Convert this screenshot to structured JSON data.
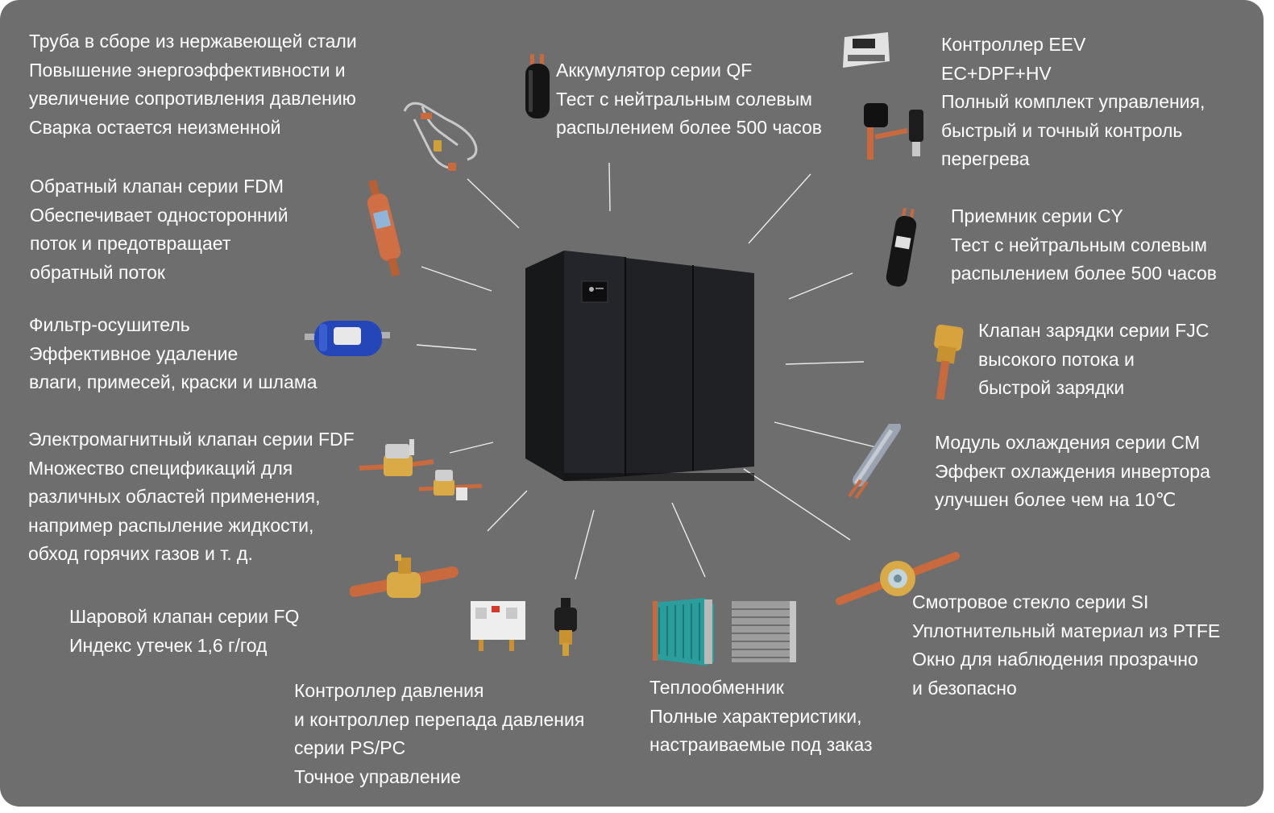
{
  "colors": {
    "background": "#6e6e6e",
    "text": "#ffffff",
    "cabinet": "#1c1d20",
    "copper": "#c86a3e",
    "brass": "#d0a038",
    "filter_blue": "#2446b8"
  },
  "components": {
    "stainless_pipe": {
      "icon": "stainless-pipe-assembly-icon",
      "lines": [
        "Труба в сборе из нержавеющей стали",
        "Повышение энергоэффективности и",
        "увеличение сопротивления давлению",
        "Сварка остается неизменной"
      ]
    },
    "accumulator": {
      "icon": "accumulator-icon",
      "lines": [
        "Аккумулятор серии QF",
        "Тест с нейтральным солевым",
        "распылением более 500 часов"
      ]
    },
    "eev_controller": {
      "icon": "eev-controller-icon",
      "lines": [
        "Контроллер EEV",
        "EC+DPF+HV",
        "Полный комплект управления,",
        "быстрый и точный контроль",
        "перегрева"
      ]
    },
    "check_valve": {
      "icon": "check-valve-icon",
      "lines": [
        "Обратный клапан серии FDM",
        "Обеспечивает односторонний",
        "поток и предотвращает",
        "обратный поток"
      ]
    },
    "receiver": {
      "icon": "receiver-icon",
      "lines": [
        "Приемник серии CY",
        "Тест с нейтральным солевым",
        "распылением более 500 часов"
      ]
    },
    "filter_drier": {
      "icon": "filter-drier-icon",
      "lines": [
        "Фильтр-осушитель",
        "Эффективное удаление",
        "влаги, примесей, краски и шлама"
      ]
    },
    "charging_valve": {
      "icon": "charging-valve-icon",
      "lines": [
        "Клапан зарядки серии FJC",
        "высокого потока и",
        "быстрой зарядки"
      ]
    },
    "solenoid_valve": {
      "icon": "solenoid-valve-icon",
      "lines": [
        "Электромагнитный клапан серии FDF",
        "Множество спецификаций для",
        "различных областей применения,",
        "например распыление жидкости,",
        "обход горячих газов и т. д."
      ]
    },
    "cooling_module": {
      "icon": "cooling-module-icon",
      "lines": [
        "Модуль охлаждения серии CM",
        "Эффект охлаждения инвертора",
        "улучшен более чем на 10℃"
      ]
    },
    "ball_valve": {
      "icon": "ball-valve-icon",
      "lines": [
        "Шаровой клапан серии FQ",
        "Индекс утечек 1,6 г/год"
      ]
    },
    "sight_glass": {
      "icon": "sight-glass-icon",
      "lines": [
        "Смотровое стекло серии SI",
        "Уплотнительный материал из PTFE",
        "Окно для наблюдения прозрачно",
        "и безопасно"
      ]
    },
    "pressure_controller": {
      "icon": "pressure-controller-icon",
      "lines": [
        "Контроллер давления",
        "и контроллер перепада давления",
        "серии PS/PC",
        "Точное управление"
      ]
    },
    "heat_exchanger": {
      "icon": "heat-exchanger-icon",
      "lines": [
        "Теплообменник",
        "Полные характеристики,",
        "настраиваемые под заказ"
      ]
    }
  },
  "center_unit": {
    "icon": "precision-air-conditioner-cabinet-icon"
  }
}
